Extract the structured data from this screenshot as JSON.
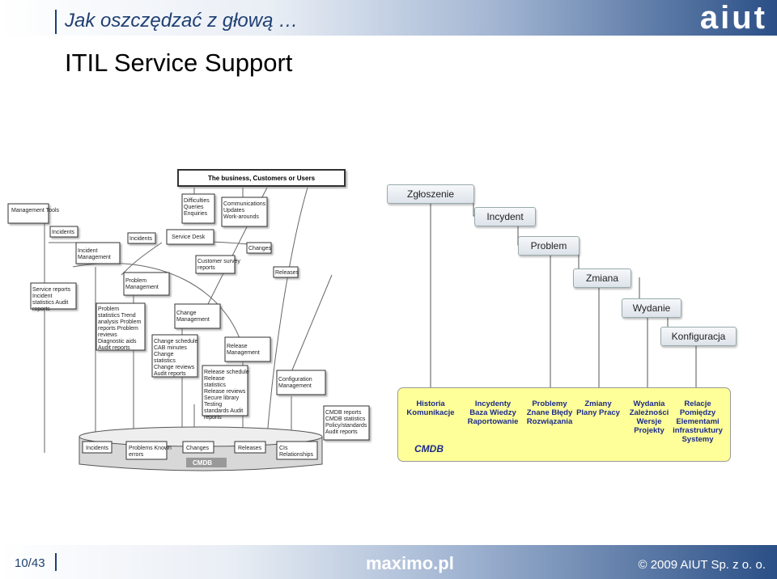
{
  "header": {
    "subtitle": "Jak oszczędzać z głową …",
    "brand": "aiut"
  },
  "slide_title": "ITIL Service Support",
  "diagram": {
    "top_box": "The business, Customers or Users",
    "nodes": {
      "mgmt_tools": "Management Tools",
      "incidents1": "Incidents",
      "incidents2": "Incidents",
      "service_desk": "Service Desk",
      "difficulties": "Difficulties Queries Enquiries",
      "communications": "Communications Updates Work-arounds",
      "changes": "Changes",
      "customer_survey": "Customer survey reports",
      "releases": "Releases",
      "incident_mgmt": "Incident Management",
      "service_reports": "Service reports Incident statistics Audit reports",
      "problem_mgmt": "Problem Management",
      "problem_stats": "Problem statistics Trend analysis Problem reports Problem reviews Diagnostic aids Audit reports",
      "change_mgmt": "Change Management",
      "change_schedule": "Change schedule CAB minutes Change statistics Change reviews Audit reports",
      "release_mgmt": "Release Management",
      "release_schedule": "Release schedule Release statistics Release reviews Secure library Testing standards Audit reports",
      "config_mgmt": "Configuration Management",
      "cmdb_reports": "CMDB reports CMDB statistics Policy/standards Audit reports",
      "db_incidents": "Incidents",
      "db_problems": "Problems Known errors",
      "db_changes": "Changes",
      "db_releases": "Releases",
      "db_cis": "CIs Relationships",
      "db_label": "CMDB"
    }
  },
  "steps": [
    "Zgłoszenie",
    "Incydent",
    "Problem",
    "Zmiana",
    "Wydanie",
    "Konfiguracja"
  ],
  "panel": {
    "label": "CMDB",
    "columns": [
      "Historia\nKomunikacje",
      "Incydenty\nBaza Wiedzy\nRaportowanie",
      "Problemy\nZnane Błędy\nRozwiązania",
      "Zmiany\nPlany Pracy",
      "Wydania\nZależności\nWersje\nProjekty",
      "Relacje\nPomiędzy\nElementami\ninfrastruktury\nSystemy"
    ]
  },
  "footer": {
    "page": "10/43",
    "site": "maximo.pl",
    "copyright": "© 2009 AIUT Sp. z o. o."
  }
}
